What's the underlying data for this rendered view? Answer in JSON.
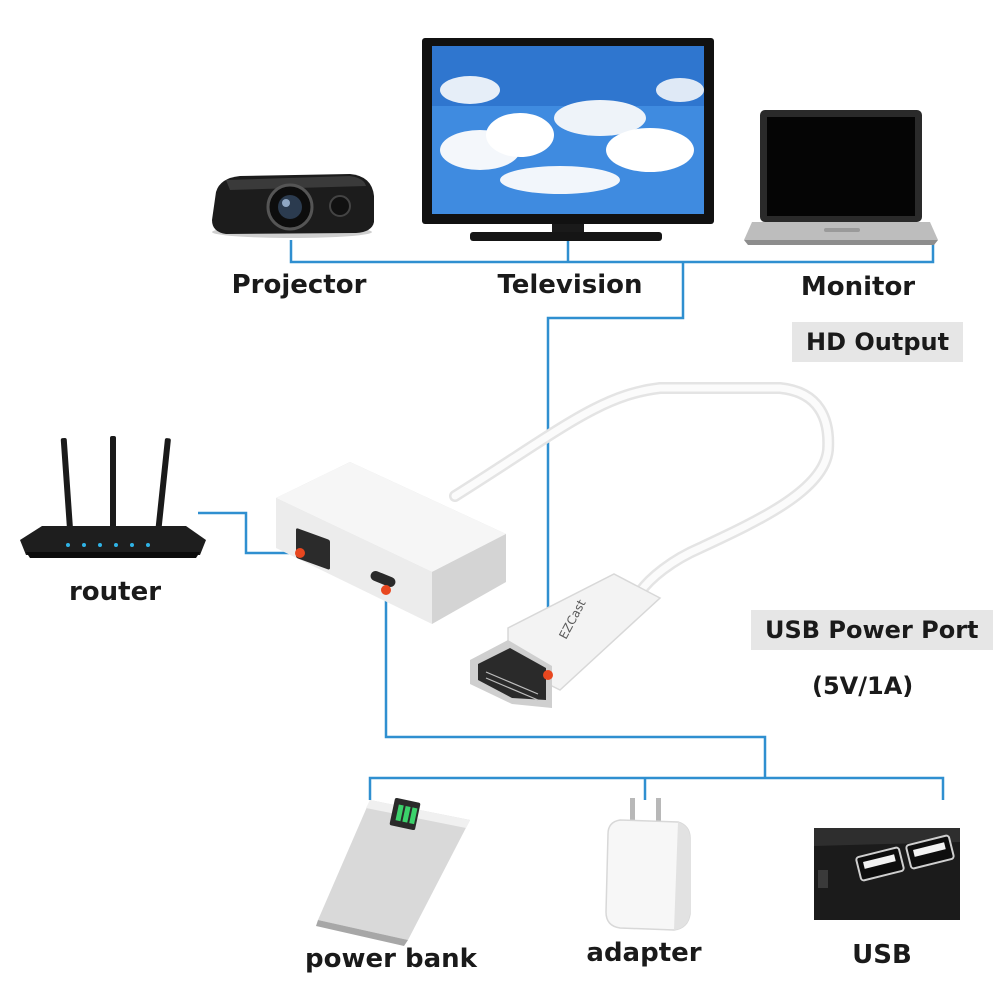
{
  "output_devices": {
    "projector": "Projector",
    "television": "Television",
    "monitor": "Monitor"
  },
  "network": {
    "router": "router"
  },
  "power_sources": {
    "power_bank": "power bank",
    "adapter": "adapter",
    "usb": "USB"
  },
  "tags": {
    "hd_output": "HD Output",
    "usb_power_port": "USB Power Port",
    "power_spec": "(5V/1A)"
  },
  "dongle": {
    "brand": "EZCast"
  },
  "colors": {
    "connector_line": "#2f8fd0",
    "port_dot": "#e8471f"
  }
}
